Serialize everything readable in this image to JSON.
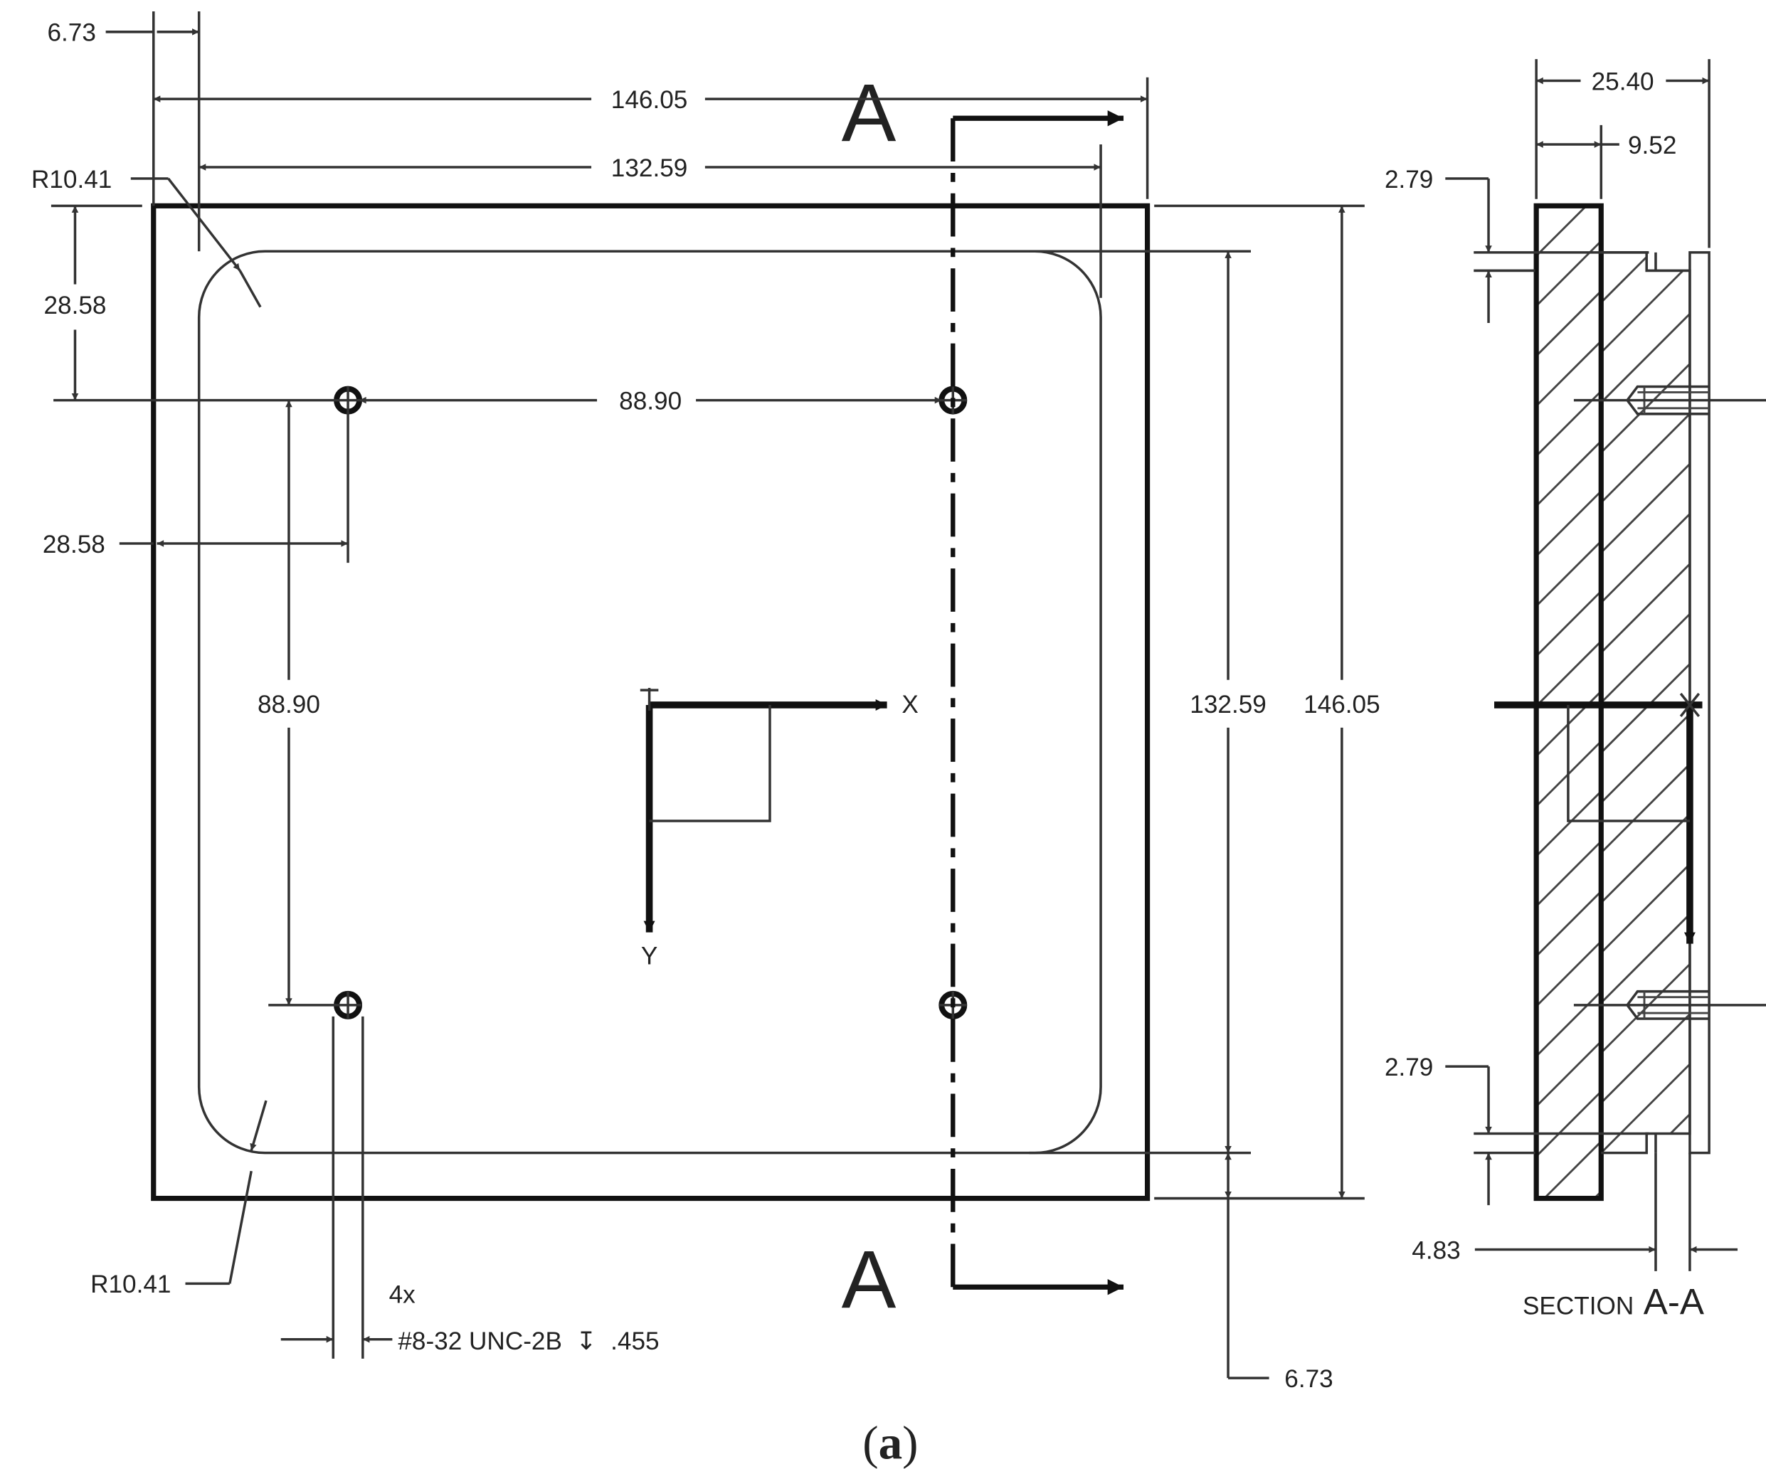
{
  "dimensions": {
    "edge_offset_top": "6.73",
    "overall_width": "146.05",
    "pocket_width": "132.59",
    "corner_radius_top": "R10.41",
    "corner_radius_bottom": "R10.41",
    "hole_offset_y": "28.58",
    "hole_offset_x": "28.58",
    "hole_spacing_x": "88.90",
    "hole_spacing_y": "88.90",
    "pocket_height": "132.59",
    "overall_height": "146.05",
    "edge_offset_bottom": "6.73"
  },
  "section_marks": {
    "top": "A",
    "bottom": "A"
  },
  "axes": {
    "x": "X",
    "y": "Y"
  },
  "hole_callout": {
    "count": "4x",
    "spec": "#8-32 UNC-2B",
    "depth_symbol": "↧",
    "depth": ".455"
  },
  "section_view": {
    "total_thickness": "25.40",
    "plate_thickness": "9.52",
    "step_top": "2.79",
    "step_bottom": "2.79",
    "step_width": "4.83",
    "label_word": "SECTION",
    "label_id": "A-A"
  },
  "caption": {
    "open": "(",
    "letter": "a",
    "close": ")"
  }
}
